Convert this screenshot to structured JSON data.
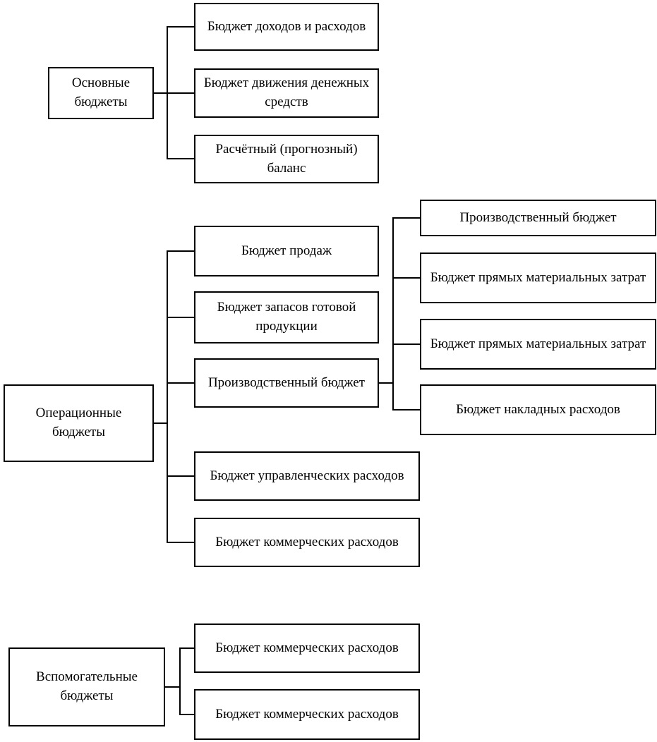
{
  "colors": {
    "border": "#000000",
    "background": "#ffffff",
    "text": "#000000"
  },
  "diagram": {
    "title": "Budget structure diagram",
    "groups": [
      {
        "parent": "Основные бюджеты",
        "children": [
          "Бюджет доходов и расходов",
          "Бюджет  движения денежных средств",
          "Расчётный (прогнозный) баланс"
        ]
      },
      {
        "parent": "Операционные бюджеты",
        "children": [
          "Бюджет продаж",
          "Бюджет запасов готовой продукции",
          "Производственный бюджет",
          "Бюджет управленческих расходов",
          "Бюджет коммерческих расходов"
        ],
        "subchildren": [
          "Производственный бюджет",
          "Бюджет прямых материальных затрат",
          "Бюджет прямых материальных затрат",
          "Бюджет накладных расходов"
        ]
      },
      {
        "parent": "Вспомогательные бюджеты",
        "children": [
          "Бюджет коммерческих расходов",
          "Бюджет  коммерческих расходов"
        ]
      }
    ]
  }
}
